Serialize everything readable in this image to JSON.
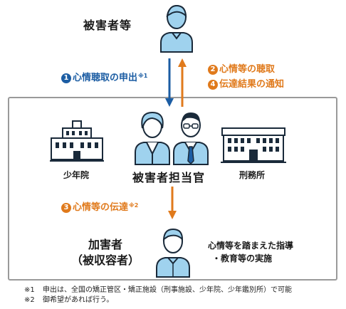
{
  "victim": {
    "label": "被害者等"
  },
  "steps": {
    "step1": {
      "num": "1",
      "text": "心情聴取の申出",
      "note": "※1"
    },
    "step2": {
      "num": "2",
      "text": "心情等の聴取"
    },
    "step4": {
      "num": "4",
      "text": "伝達結果の通知"
    },
    "step3": {
      "num": "3",
      "text": "心情等の伝達",
      "note": "※2"
    }
  },
  "facilities": {
    "juvenile": "少年院",
    "prison": "刑務所"
  },
  "officer": {
    "label": "被害者担当官"
  },
  "offender": {
    "line1": "加害者",
    "line2": "（被収容者）"
  },
  "guidance": {
    "line1": "心情等を踏まえた指導",
    "line2": "・教育等の実施"
  },
  "footnotes": [
    {
      "mark": "※1",
      "text": "申出は、全国の矯正管区・矯正施設（刑事施設、少年院、少年鑑別所）で可能"
    },
    {
      "mark": "※2",
      "text": "御希望があれば行う。"
    }
  ],
  "colors": {
    "blue": "#1c5da3",
    "orange": "#e07a1c",
    "person_fill": "#9fd2ee",
    "frame": "#9a9a9a"
  }
}
